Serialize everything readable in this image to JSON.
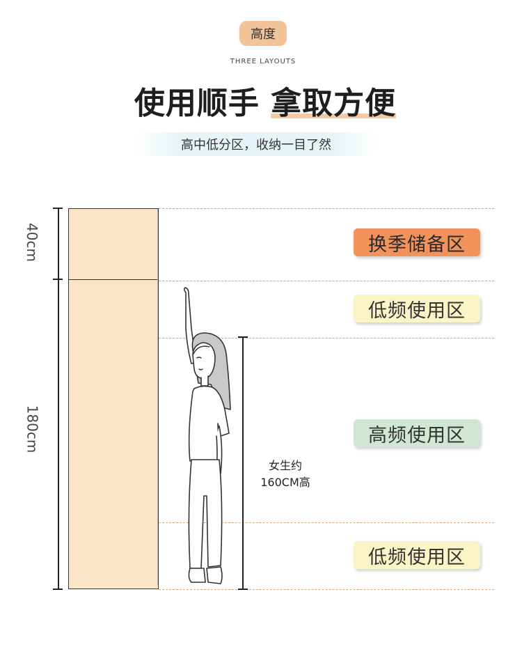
{
  "header": {
    "badge": "高度",
    "subtitle_en": "THREE LAYOUTS",
    "title_main": "使用顺手",
    "title_highlight": "拿取方便",
    "tagline": "高中低分区，收纳一目了然"
  },
  "dimensions": {
    "top": "40cm",
    "main": "180cm"
  },
  "zones": [
    {
      "label": "换季储备区"
    },
    {
      "label": "低频使用区"
    },
    {
      "label": "高频使用区"
    },
    {
      "label": "低频使用区"
    }
  ],
  "woman": {
    "line1": "女生约",
    "line2": "160CM高"
  },
  "colors": {
    "badge": "#f3c39a",
    "cabinet": "#fbe5c8",
    "season_zone": "#f3935c",
    "low_zone": "#fbf4c6",
    "high_zone": "#cfe7d4",
    "dash": "#c9a98a"
  }
}
